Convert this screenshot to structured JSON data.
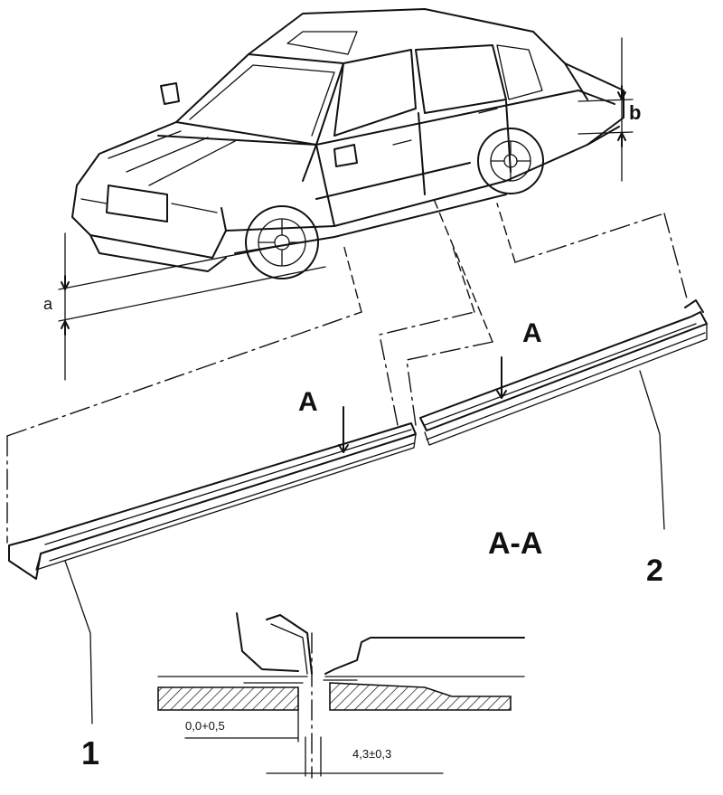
{
  "labels": {
    "dim_a": "a",
    "dim_b": "b",
    "section_mark_left": "A",
    "section_mark_right": "A",
    "section_title": "A-A",
    "part_1": "1",
    "part_2": "2",
    "gap_dim": "0,0+0,5",
    "width_dim": "4,3±0,3"
  }
}
